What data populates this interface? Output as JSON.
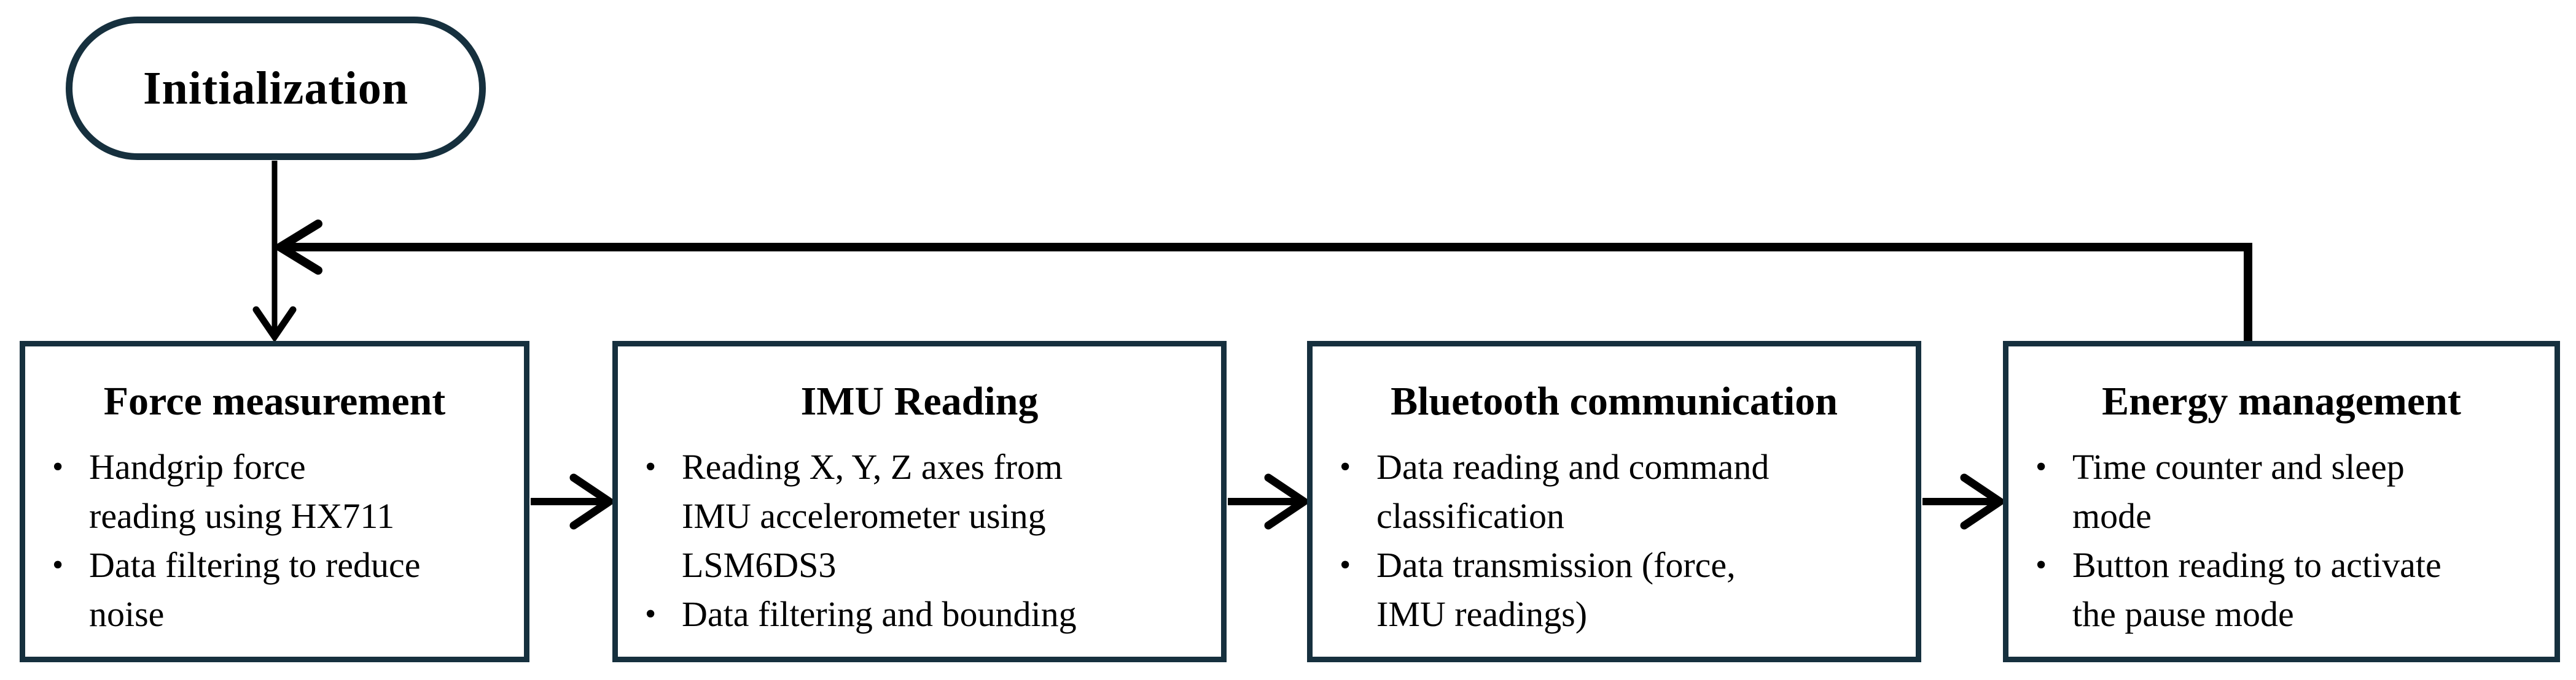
{
  "ui": {
    "bullet_char": "•",
    "colors": {
      "box_border": "#16303e",
      "connector": "#000000",
      "text": "#000000",
      "background": "#ffffff"
    }
  },
  "start": {
    "label": "Initialization"
  },
  "boxes": [
    {
      "title": "Force measurement",
      "bullets": [
        "Handgrip force\nreading using HX711",
        "Data filtering to reduce\nnoise"
      ]
    },
    {
      "title": "IMU Reading",
      "bullets": [
        "Reading X, Y, Z axes from\nIMU accelerometer using\nLSM6DS3",
        "Data filtering and bounding"
      ]
    },
    {
      "title": "Bluetooth communication",
      "bullets": [
        "Data reading and command\nclassification",
        "Data transmission (force,\nIMU readings)"
      ]
    },
    {
      "title": "Energy management",
      "bullets": [
        "Time counter and sleep\nmode",
        "Button reading to activate\nthe pause mode"
      ]
    }
  ]
}
